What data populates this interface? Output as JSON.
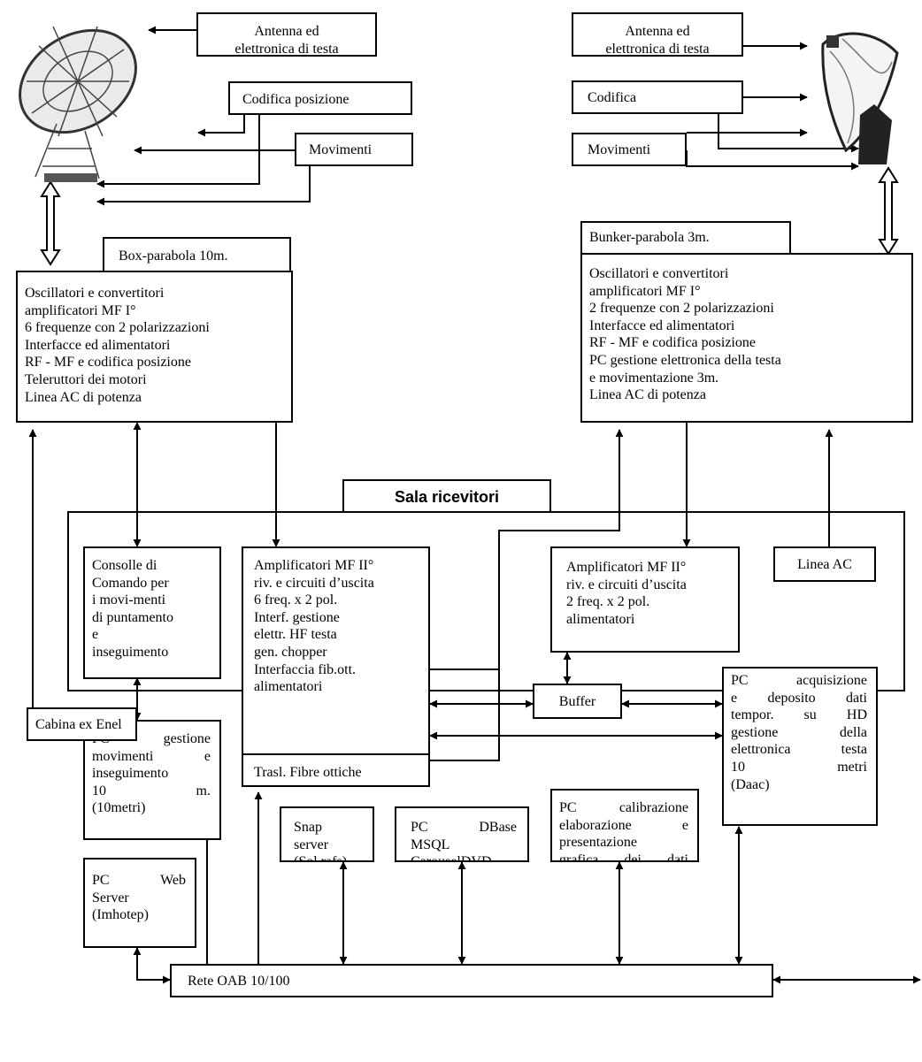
{
  "left_site": {
    "antenna_box": "Antenna ed\nelettronica di testa",
    "encoding_box": "Codifica posizione",
    "movements_box": "Movimenti",
    "box_label": "Box-parabola 10m.",
    "main_box": "Oscillatori e convertitori\namplificatori MF  I°\n6 frequenze con 2 polarizzazioni\nInterfacce ed alimentatori\nRF -  MF e codifica posizione\nTeleruttori dei motori\nLinea AC di potenza"
  },
  "right_site": {
    "antenna_box": "Antenna ed\nelettronica di testa",
    "encoding_box": "Codifica",
    "movements_box": "Movimenti",
    "box_label": "Bunker-parabola 3m.",
    "main_box": "Oscillatori e convertitori\namplificatori MF I°\n2 frequenze con 2 polarizzazioni\nInterfacce ed alimentatori\nRF -   MF e codifica posizione\nPC  gestione elettronica della testa\ne movimentazione 3m.\nLinea AC di potenza"
  },
  "receiver_room": {
    "title": "Sala  ricevitori",
    "console": "Consolle di\nComando per\ni movi-menti\ndi puntamento\ne\ninseguimento",
    "pc_motion": "PC  gestione\nmovimenti  e\ninseguimento\n10  m.\n(10metri)",
    "pc_web": "PC  Web\nServer\n(Imhotep)",
    "amp_left": "Amplificatori MF II°\nriv. e circuiti d’uscita\n6 freq. x 2 pol.\nInterf. gestione\nelettr. HF testa\ngen. chopper\nInterfaccia fib.ott.\nalimentatori",
    "fiber": "Trasl. Fibre ottiche",
    "amp_right": "Amplificatori MF II°\nriv. e circuiti d’uscita\n2 freq. x 2 pol.\nalimentatori",
    "ac_line": "Linea AC",
    "buffer": "Buffer",
    "pc_acq": "PC  acquisizione\ne deposito  dati\ntempor. su HD\ngestione  della\nelettronica  testa\n10 metri\n(Daac)",
    "snap": "Snap\nserver\n(Sol rafs)",
    "pc_dbase": "PC  DBase\nMSQL\nCarouselDVD\n(Ramses)",
    "pc_calib": "PC  calibrazione\nelaborazione  e\npresentazione\ngrafica dei dati\n(DaccI)",
    "network": "Rete OAB 10/100"
  },
  "substation": "Cabina ex Enel"
}
